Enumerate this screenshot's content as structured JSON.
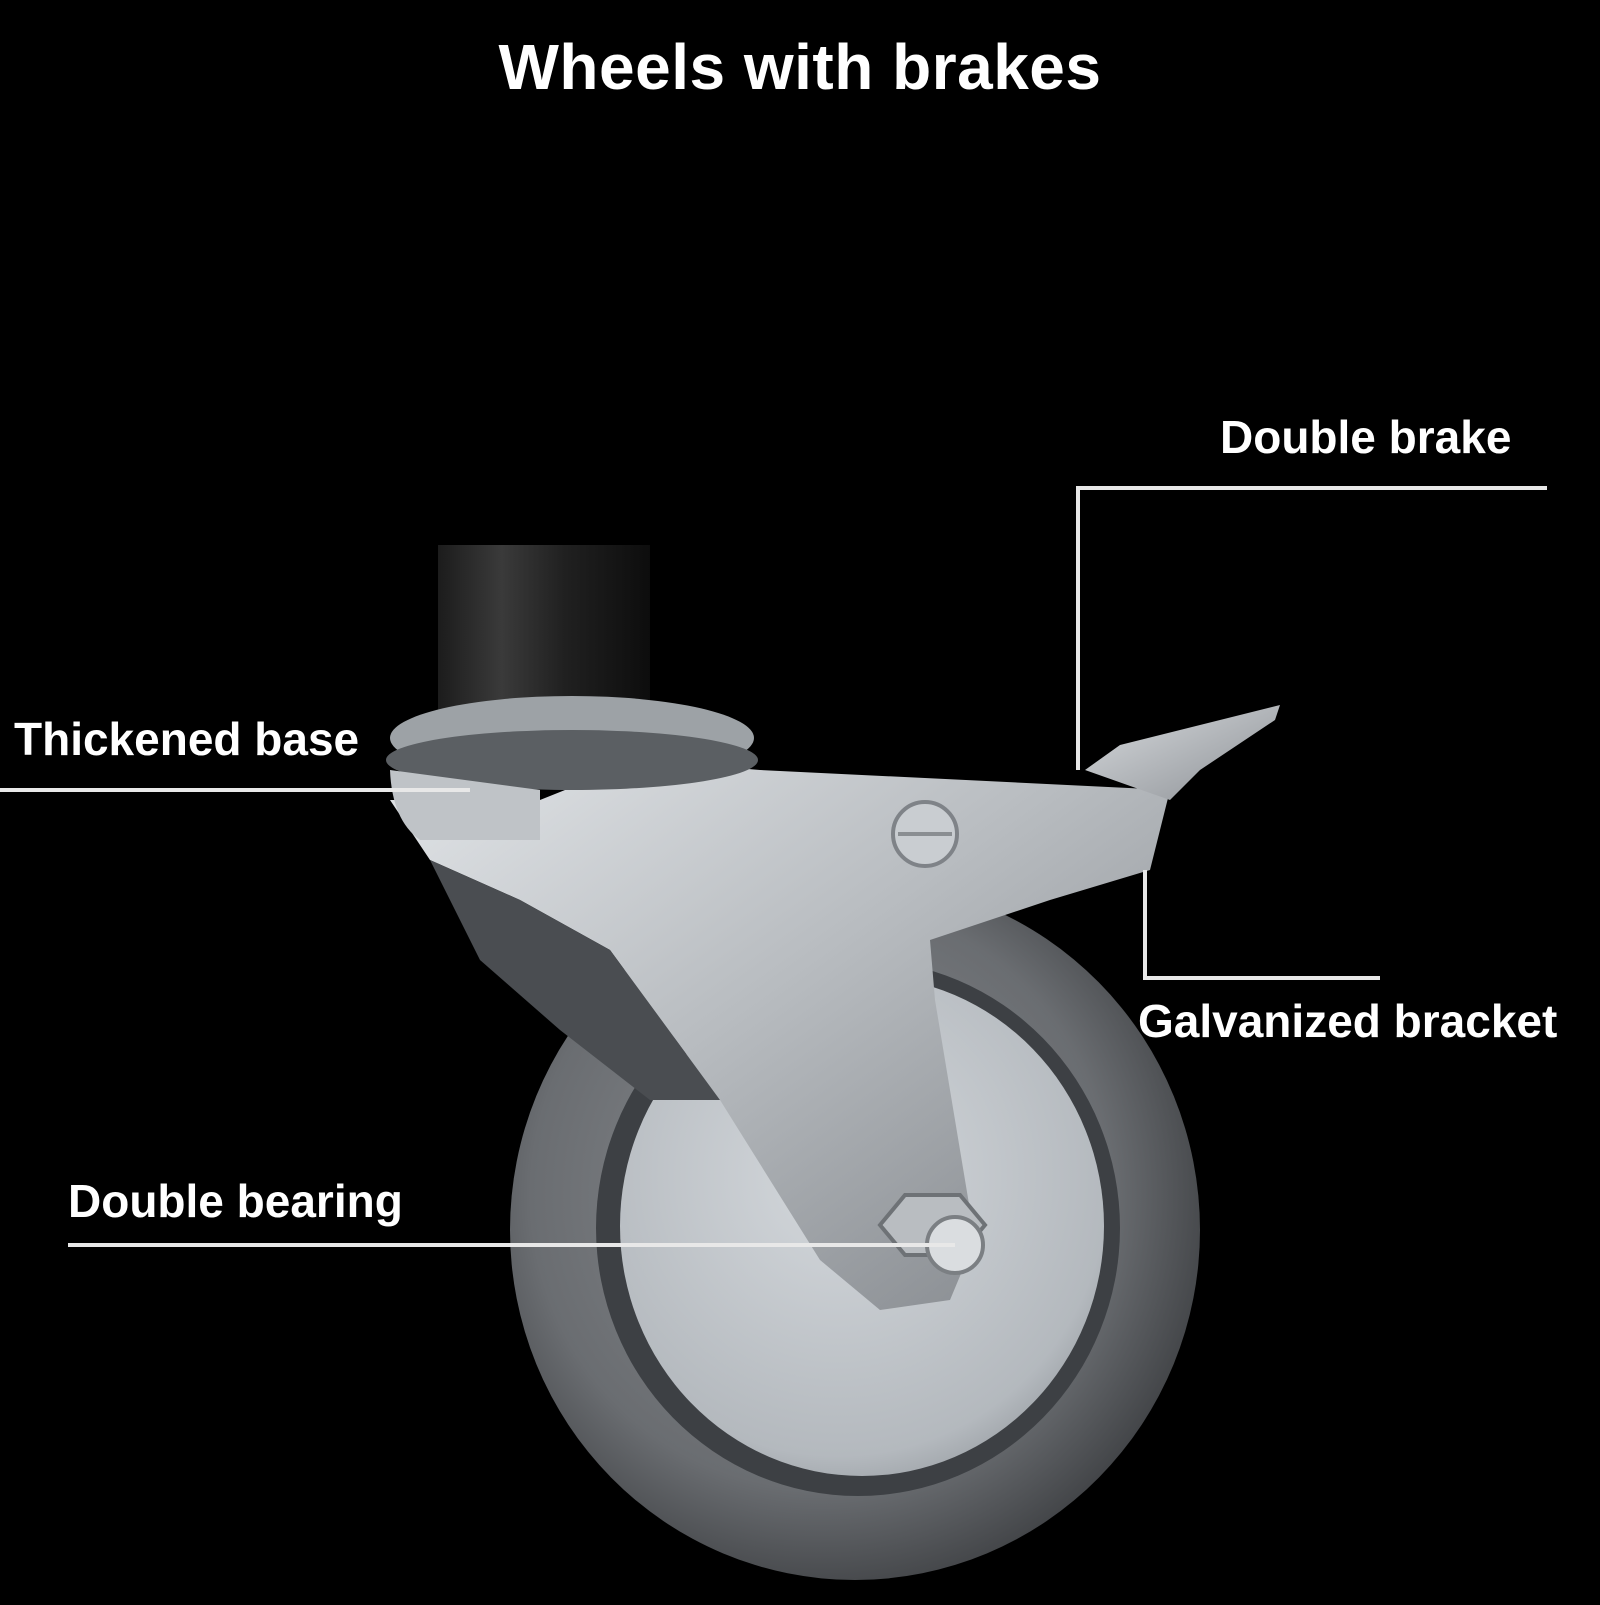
{
  "title": "Wheels with brakes",
  "callouts": {
    "thickened_base": "Thickened base",
    "double_bearing": "Double bearing",
    "double_brake": "Double brake",
    "galvanized_bracket": "Galvanized bracket"
  },
  "colors": {
    "background": "#000000",
    "text": "#ffffff",
    "leader_line": "#e8e8e8",
    "tire": "#6c6f73",
    "hub": "#b9bec3",
    "steel": "#c7cbcf"
  }
}
